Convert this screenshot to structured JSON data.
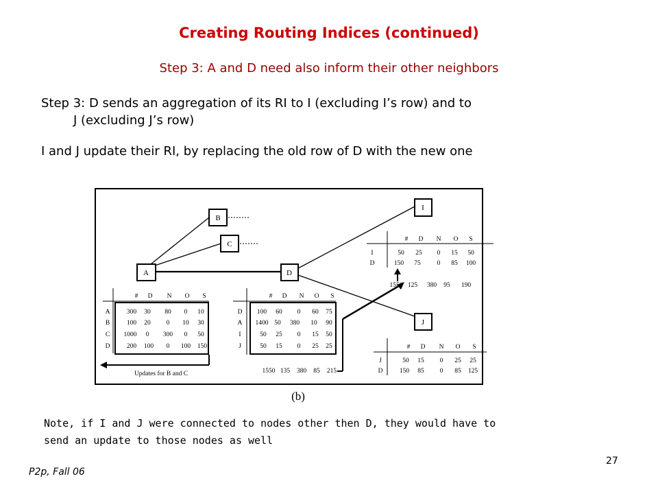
{
  "slide": {
    "title": "Creating Routing Indices (continued)",
    "subtitle": "Step 3: A and D need also inform their other neighbors",
    "bullet1_line1": "Step 3: D sends an aggregation of its RI to I (excluding I’s row) and to",
    "bullet1_line2": "J (excluding J’s row)",
    "bullet2": "I and J update their RI, by replacing the old row of D with the new one",
    "note_line1": "Note, if I and J were connected to nodes other then D, they would have to",
    "note_line2": "send an update to those nodes as well",
    "footer": "P2p, Fall 06",
    "page_number": "27"
  },
  "diagram": {
    "caption": "(b)",
    "nodes": {
      "A": "A",
      "B": "B",
      "C": "C",
      "D": "D",
      "I": "I",
      "J": "J"
    },
    "header": [
      "#",
      "D",
      "N",
      "O",
      "S"
    ],
    "table_A": {
      "rows": [
        [
          "A",
          "300",
          "30",
          "80",
          "0",
          "10"
        ],
        [
          "B",
          "100",
          "20",
          "0",
          "10",
          "30"
        ],
        [
          "C",
          "1000",
          "0",
          "300",
          "0",
          "50"
        ],
        [
          "D",
          "200",
          "100",
          "0",
          "100",
          "150"
        ]
      ]
    },
    "table_D": {
      "rows": [
        [
          "D",
          "100",
          "60",
          "0",
          "60",
          "75"
        ],
        [
          "A",
          "1400",
          "50",
          "380",
          "10",
          "90"
        ],
        [
          "I",
          "50",
          "25",
          "0",
          "15",
          "50"
        ],
        [
          "J",
          "50",
          "15",
          "0",
          "25",
          "25"
        ]
      ],
      "aggregate": [
        "1550",
        "135",
        "380",
        "85",
        "215"
      ]
    },
    "table_I": {
      "rows": [
        [
          "I",
          "50",
          "25",
          "0",
          "15",
          "50"
        ],
        [
          "D",
          "150",
          "75",
          "0",
          "85",
          "100"
        ]
      ],
      "aggregate": [
        "1550",
        "125",
        "380",
        "95",
        "190"
      ]
    },
    "table_J": {
      "rows": [
        [
          "J",
          "50",
          "15",
          "0",
          "25",
          "25"
        ],
        [
          "D",
          "150",
          "85",
          "0",
          "85",
          "125"
        ]
      ]
    },
    "update_label": "Updates for B and C"
  }
}
